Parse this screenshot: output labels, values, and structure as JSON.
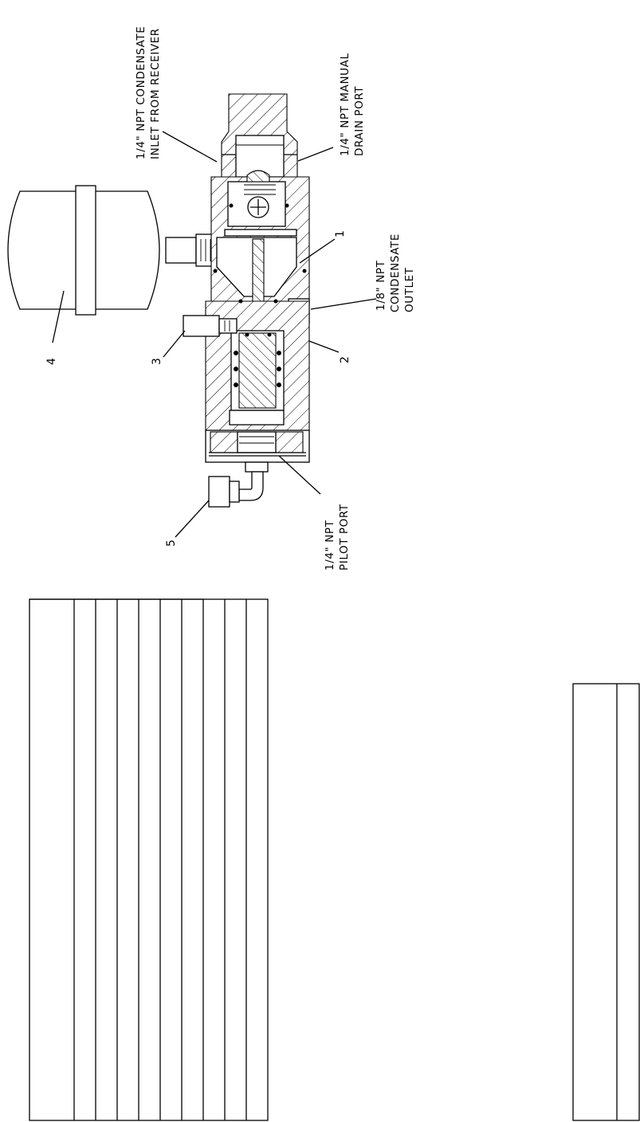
{
  "labels": {
    "inlet": {
      "line1": "1/4\" NPT CONDENSATE",
      "line2": "INLET FROM RECEIVER"
    },
    "manual_drain": {
      "line1": "1/4\" NPT MANUAL",
      "line2": "DRAIN PORT"
    },
    "outlet": {
      "line1": "1/8\" NPT",
      "line2": "CONDENSATE",
      "line3": "OUTLET"
    },
    "pilot": {
      "line1": "1/4\" NPT",
      "line2": "PILOT PORT"
    }
  },
  "callouts": [
    "1",
    "2",
    "3",
    "4",
    "5"
  ]
}
